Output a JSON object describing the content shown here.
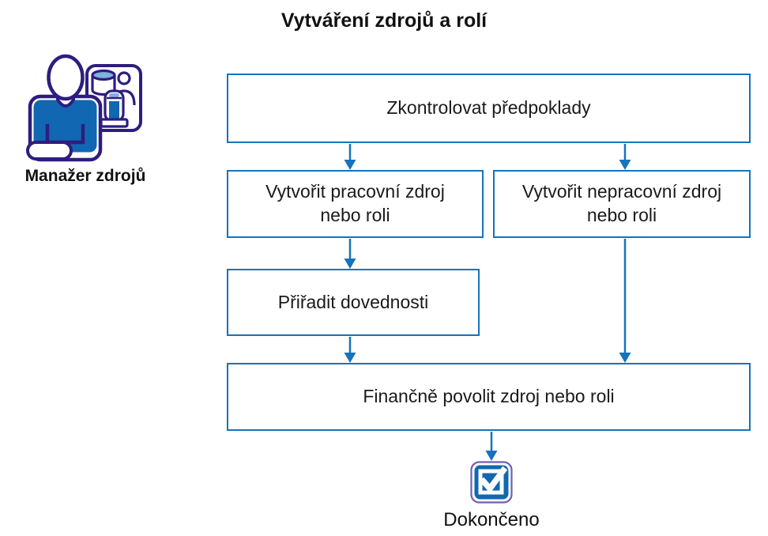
{
  "diagram": {
    "title": "Vytváření zdrojů a rolí",
    "actor": {
      "label": "Manažer zdrojů",
      "icon": "resource-manager-icon"
    },
    "nodes": [
      {
        "id": "check-prerequisites",
        "label": "Zkontrolovat předpoklady"
      },
      {
        "id": "create-work-resource",
        "label": "Vytvořit pracovní zdroj\nnebo roli"
      },
      {
        "id": "create-nonwork-resource",
        "label": "Vytvořit nepracovní zdroj\nnebo roli"
      },
      {
        "id": "assign-skills",
        "label": "Přiřadit dovednosti"
      },
      {
        "id": "finance-enable",
        "label": "Finančně povolit zdroj nebo roli"
      }
    ],
    "edges": [
      {
        "from": "check-prerequisites",
        "to": "create-work-resource"
      },
      {
        "from": "check-prerequisites",
        "to": "create-nonwork-resource"
      },
      {
        "from": "create-work-resource",
        "to": "assign-skills"
      },
      {
        "from": "assign-skills",
        "to": "finance-enable"
      },
      {
        "from": "create-nonwork-resource",
        "to": "finance-enable"
      },
      {
        "from": "finance-enable",
        "to": "end"
      }
    ],
    "end": {
      "label": "Dokončeno",
      "icon": "completed-checkbox-icon"
    },
    "colors": {
      "box_border": "#1673BC",
      "arrow": "#1673BC",
      "icon_outline": "#2E1D7E",
      "icon_blue": "#1167B1",
      "icon_light_blue": "#7FB2DE",
      "end_icon_border": "#6F5FB0",
      "text": "#1A1A1A",
      "background": "#FFFFFF"
    }
  }
}
